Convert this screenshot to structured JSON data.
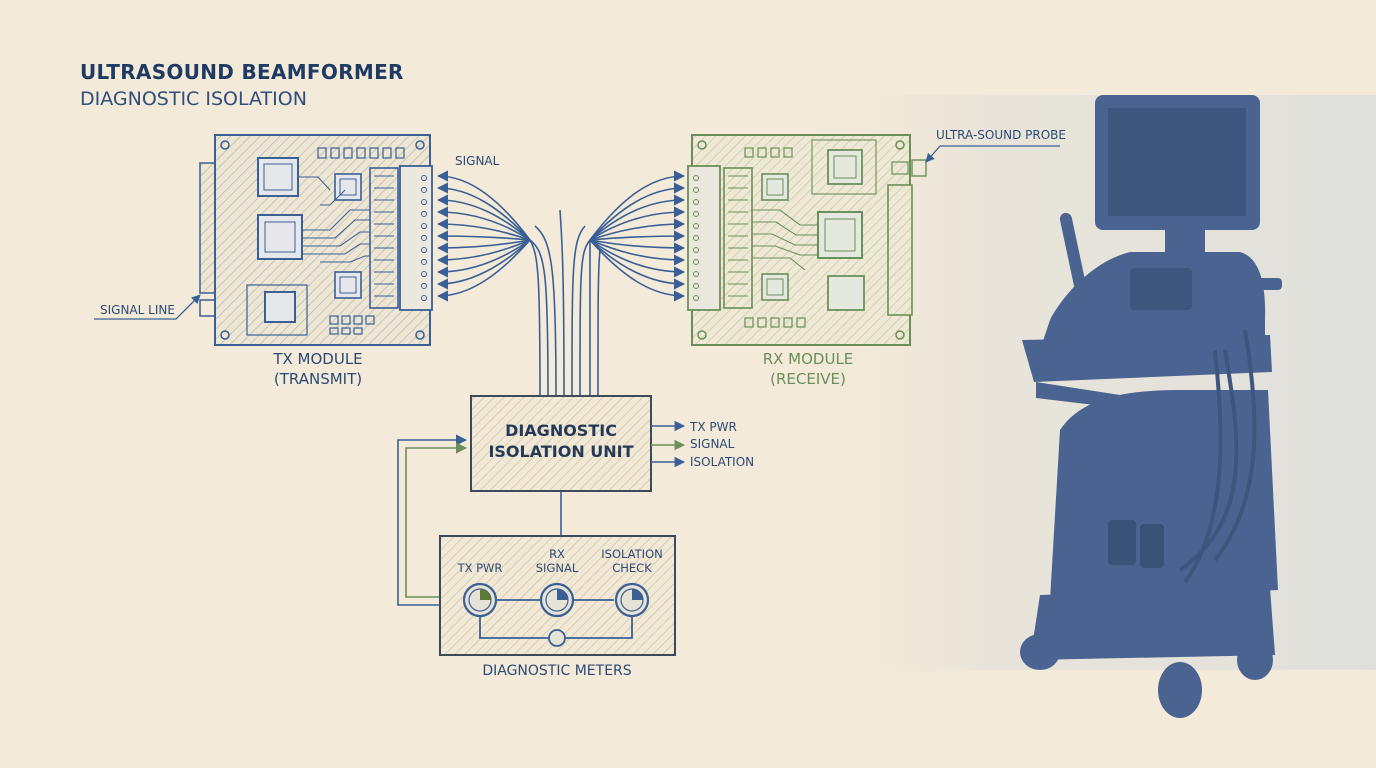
{
  "title": {
    "main": "ULTRASOUND BEAMFORMER",
    "sub": "DIAGNOSTIC ISOLATION"
  },
  "tx_module": {
    "line1": "TX MODULE",
    "line2": "(TRANSMIT)"
  },
  "rx_module": {
    "line1": "RX MODULE",
    "line2": "(RECEIVE)"
  },
  "labels": {
    "signal_top": "SIGNAL",
    "signal_line": "SIGNAL LINE",
    "probe": "ULTRA-SOUND PROBE"
  },
  "isolation_unit": {
    "line1": "DIAGNOSTIC",
    "line2": "ISOLATION UNIT",
    "outputs": [
      "TX PWR",
      "SIGNAL",
      "ISOLATION"
    ]
  },
  "meters": {
    "title": "DIAGNOSTIC METERS",
    "tx_pwr": "TX PWR",
    "rx_line1": "RX",
    "rx_line2": "SIGNAL",
    "iso_line1": "ISOLATION",
    "iso_line2": "CHECK"
  },
  "colors": {
    "blue": "#3a5f95",
    "green": "#6b8f5a",
    "machine": "#4a6390",
    "background": "#f3ead9"
  }
}
